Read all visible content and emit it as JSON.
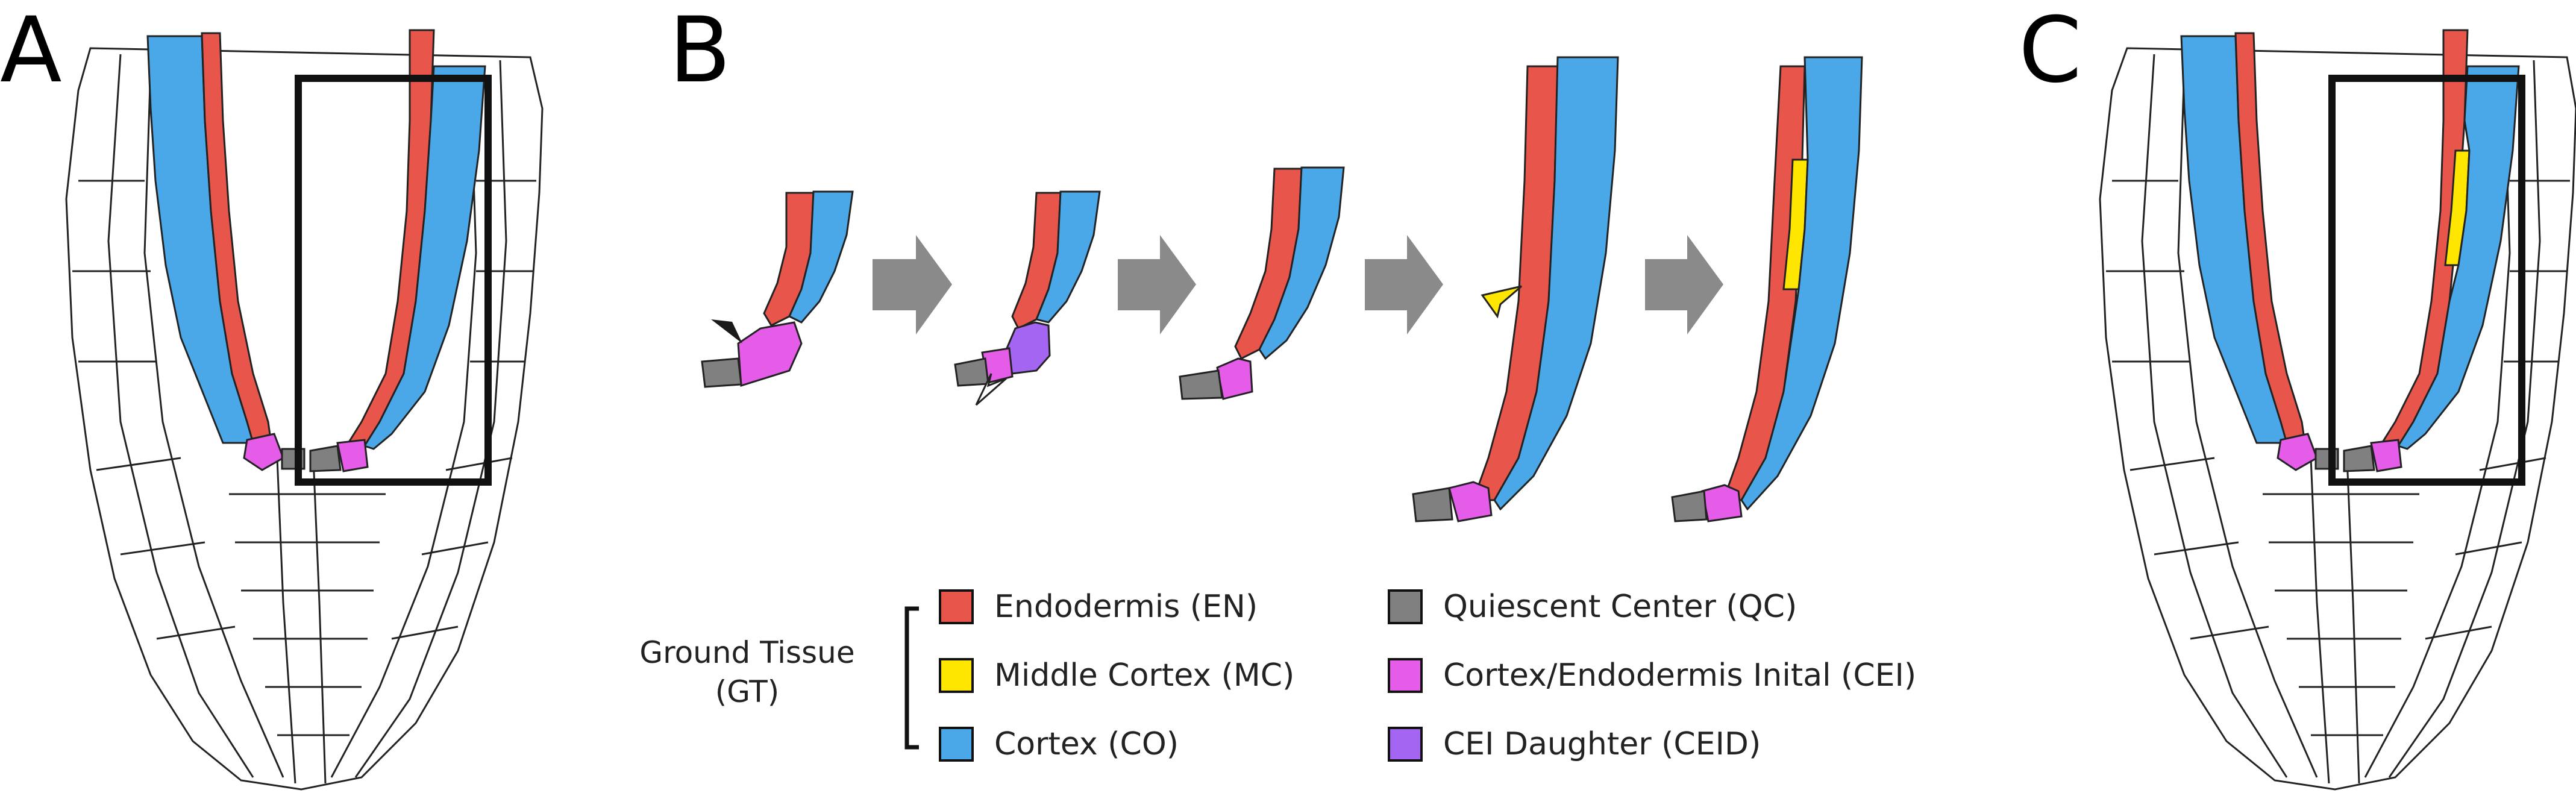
{
  "panels": {
    "a": "A",
    "b": "B",
    "c": "C"
  },
  "legend": {
    "group_label_line1": "Ground Tissue",
    "group_label_line2": "(GT)",
    "items": [
      {
        "label": "Endodermis (EN)",
        "color": "#e8564b"
      },
      {
        "label": "Middle Cortex (MC)",
        "color": "#ffe600"
      },
      {
        "label": "Cortex (CO)",
        "color": "#4aa8e8"
      },
      {
        "label": "Quiescent Center (QC)",
        "color": "#808080"
      },
      {
        "label": "Cortex/Endodermis Inital (CEI)",
        "color": "#e45ce8"
      },
      {
        "label": "CEI Daughter (CEID)",
        "color": "#a466f2"
      }
    ]
  },
  "colors": {
    "endodermis": "#e8564b",
    "middle_cortex": "#ffe600",
    "cortex": "#4aa8e8",
    "qc": "#808080",
    "cei": "#e45ce8",
    "ceid": "#a466f2",
    "arrow": "#8a8a8a",
    "arrowhead_black": "#1a1a1a",
    "arrowhead_white": "#ffffff",
    "arrowhead_yellow": "#ffe600"
  }
}
